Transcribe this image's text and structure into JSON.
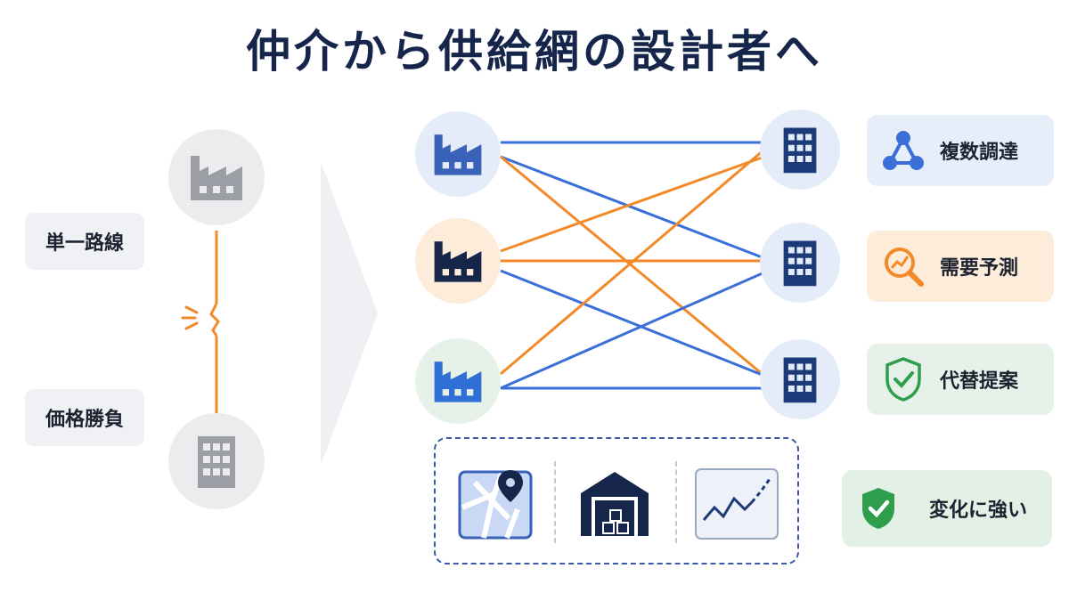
{
  "title": "仲介から供給網の設計者へ",
  "left": {
    "single_route": "単一路線",
    "price_competition": "価格勝負"
  },
  "capabilities": [
    {
      "label": "複数調達",
      "icon": "network-nodes-icon"
    },
    {
      "label": "需要予測",
      "icon": "trend-magnifier-icon"
    },
    {
      "label": "代替提案",
      "icon": "shield-check-outline-icon"
    }
  ],
  "resilience": {
    "label": "変化に強い",
    "icon": "shield-check-filled-icon"
  },
  "colors": {
    "navy": "#15264a",
    "blue": "#3a6fd8",
    "orange": "#f28a2a",
    "gray": "#9b9ea4",
    "green": "#2e9e4d"
  }
}
